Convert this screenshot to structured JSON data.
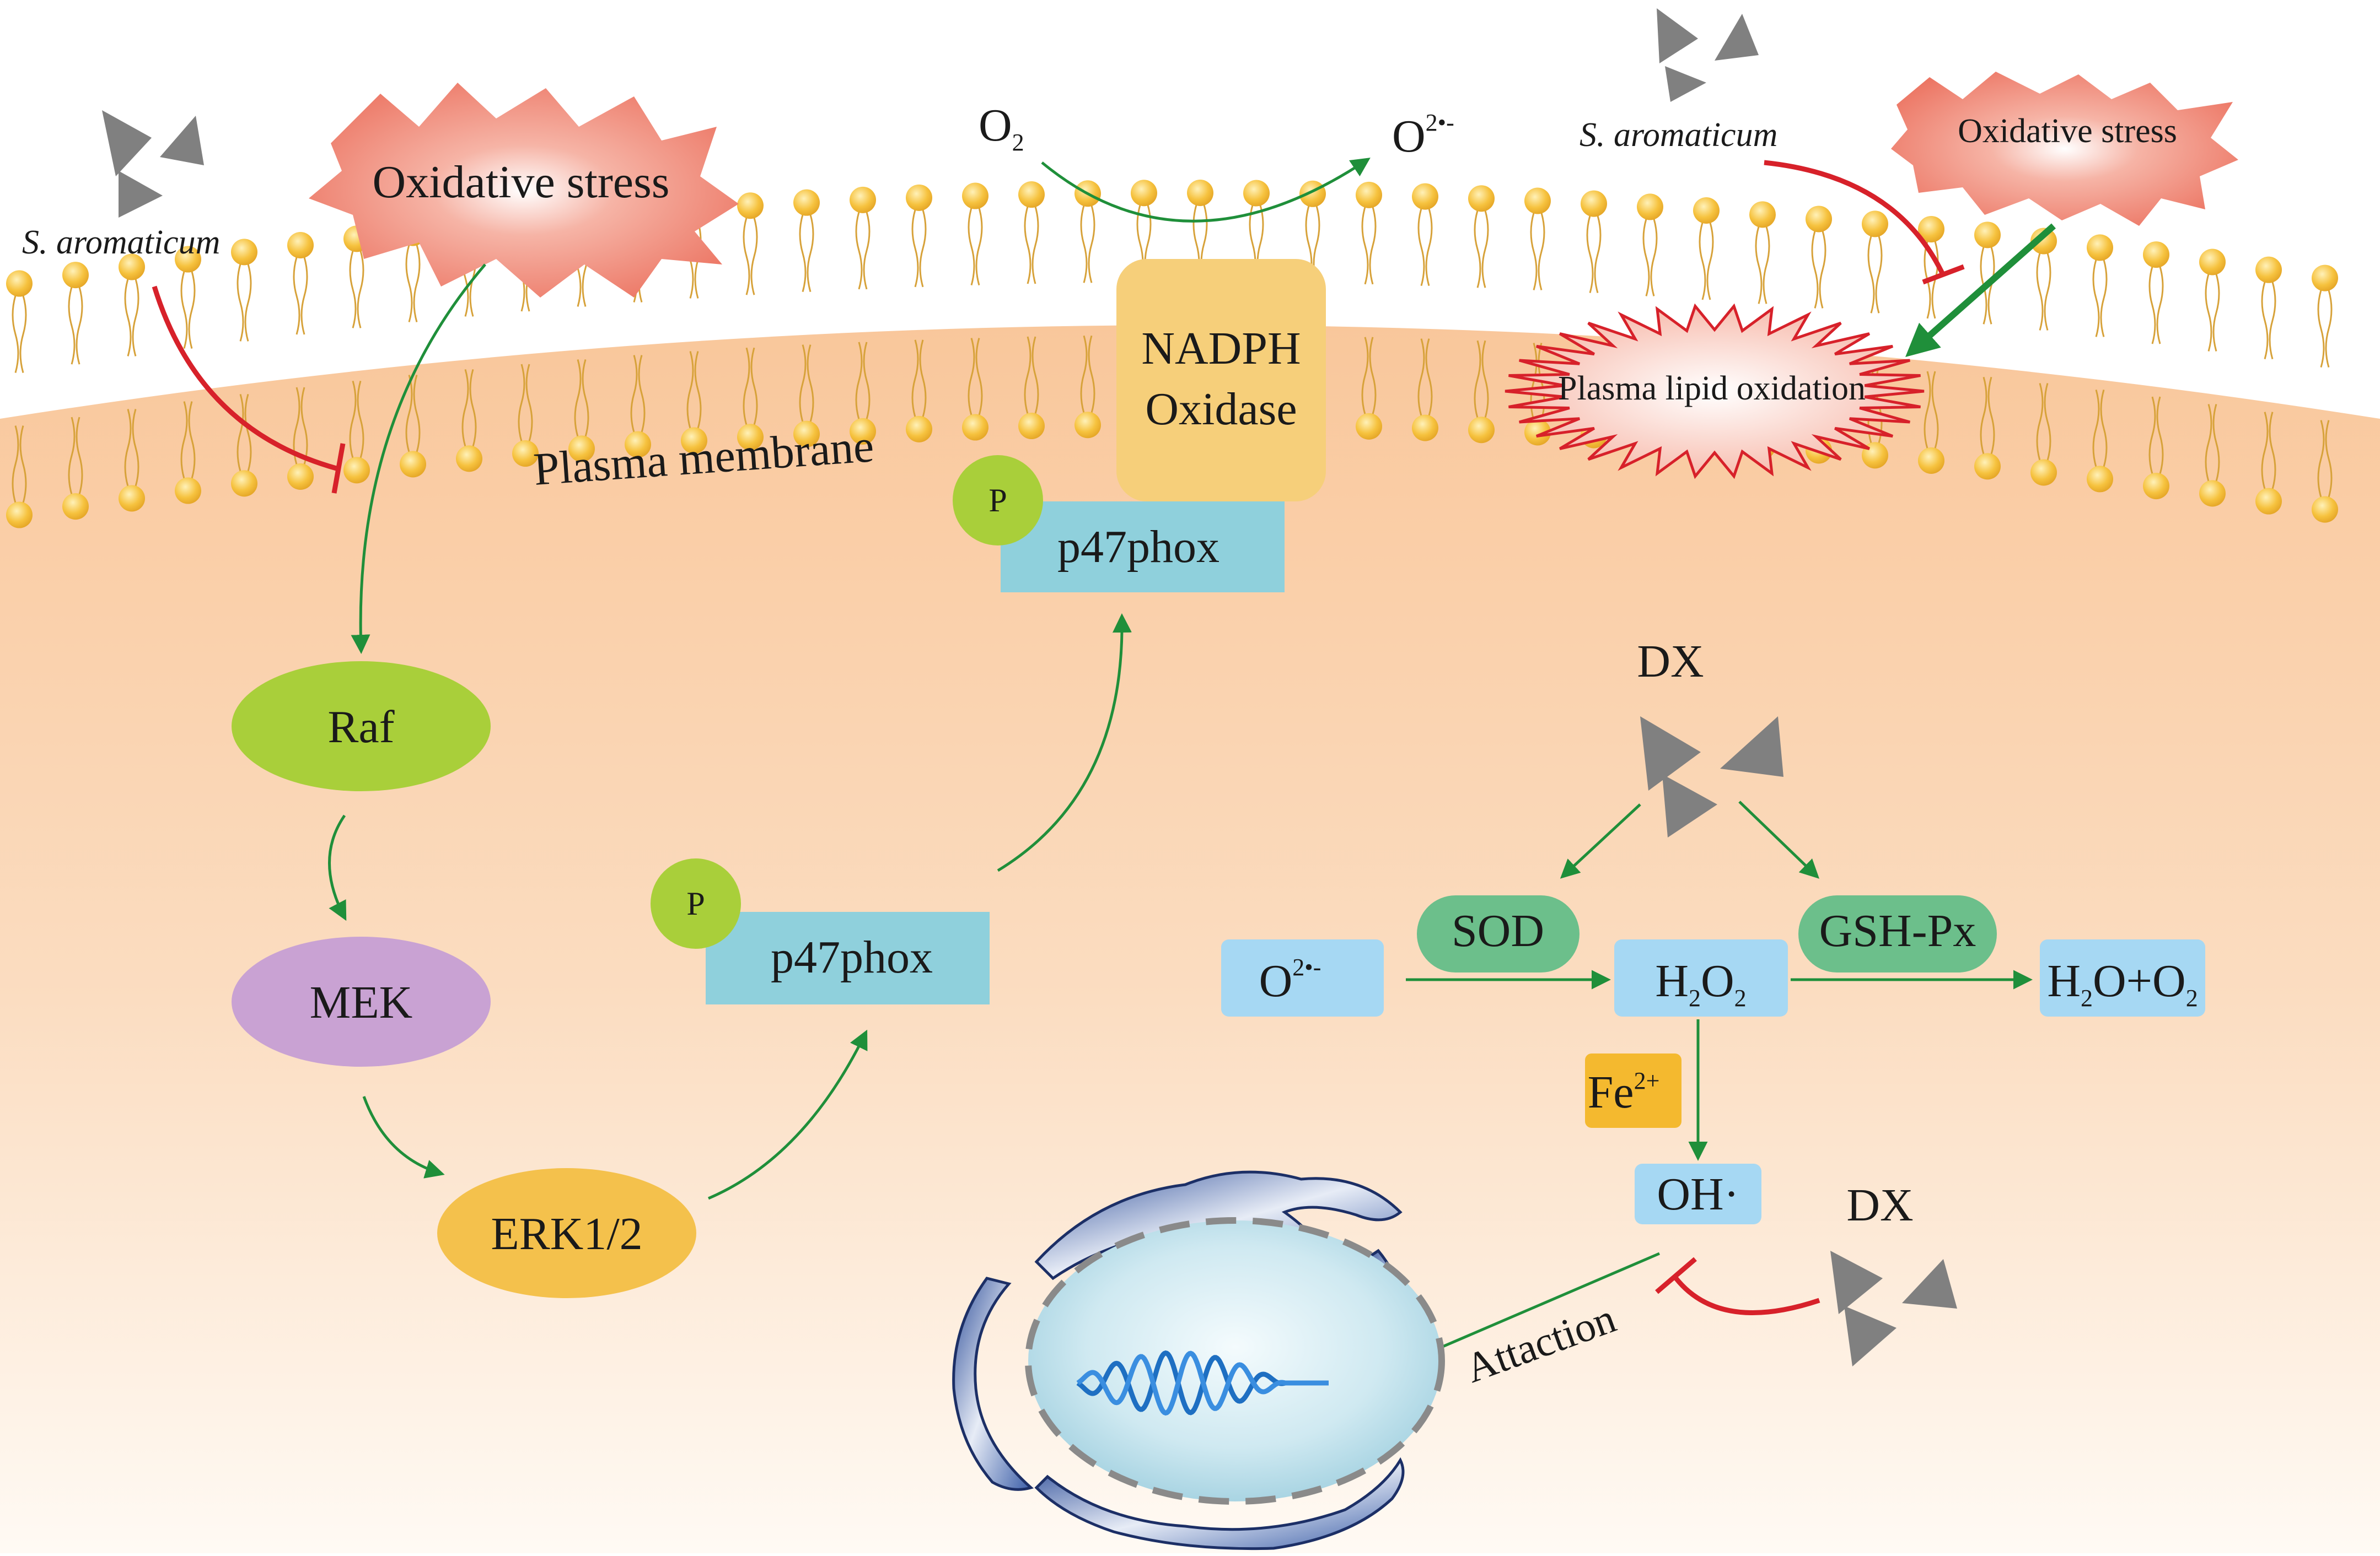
{
  "labels": {
    "s_aromaticum": "S. aromaticum",
    "oxidative_stress": "Oxidative stress",
    "plasma_membrane": "Plasma membrane",
    "nadph_oxidase_line1": "NADPH",
    "nadph_oxidase_line2": "Oxidase",
    "p47phox": "p47phox",
    "phospho": "P",
    "raf": "Raf",
    "mek": "MEK",
    "erk": "ERK1/2",
    "plasma_lipid_oxidation": "Plasma lipid oxidation",
    "dx": "DX",
    "sod": "SOD",
    "gsh_px": "GSH-Px",
    "attaction": "Attaction",
    "o2": "O",
    "o2_sub": "2",
    "superoxide": "O",
    "superoxide_sup": "2•-",
    "h2o2_h": "H",
    "h2o2_sub1": "2",
    "h2o2_o": "O",
    "h2o2_sub2": "2",
    "water_h": "H",
    "water_sub1": "2",
    "water_o": "O+O",
    "water_sub2": "2",
    "fe": "Fe",
    "fe_sup": "2+",
    "hydroxyl": "OH·"
  },
  "colors": {
    "cytoplasm_top": "#f9c9a0",
    "cytoplasm_bottom": "#fef6ee",
    "lipid_head": "#f6c23e",
    "lipid_tail": "#d7a23a",
    "activation_arrow": "#1f8f3a",
    "inhibition": "#d7212a",
    "stress_cloud": "#ee7b69",
    "raf": "#a9cf3a",
    "mek": "#c9a2d3",
    "erk": "#f4c14c",
    "p47phox_box": "#8fd0dc",
    "phospho_ball": "#a9cf3a",
    "nadph": "#f6cf7a",
    "species_box": "#a6d8f3",
    "enzyme": "#6cbf8b",
    "fe_box": "#f4b92f",
    "dx_triangle": "#808080",
    "nucleus": "#bfe1ec",
    "er": "#4f6fad"
  }
}
